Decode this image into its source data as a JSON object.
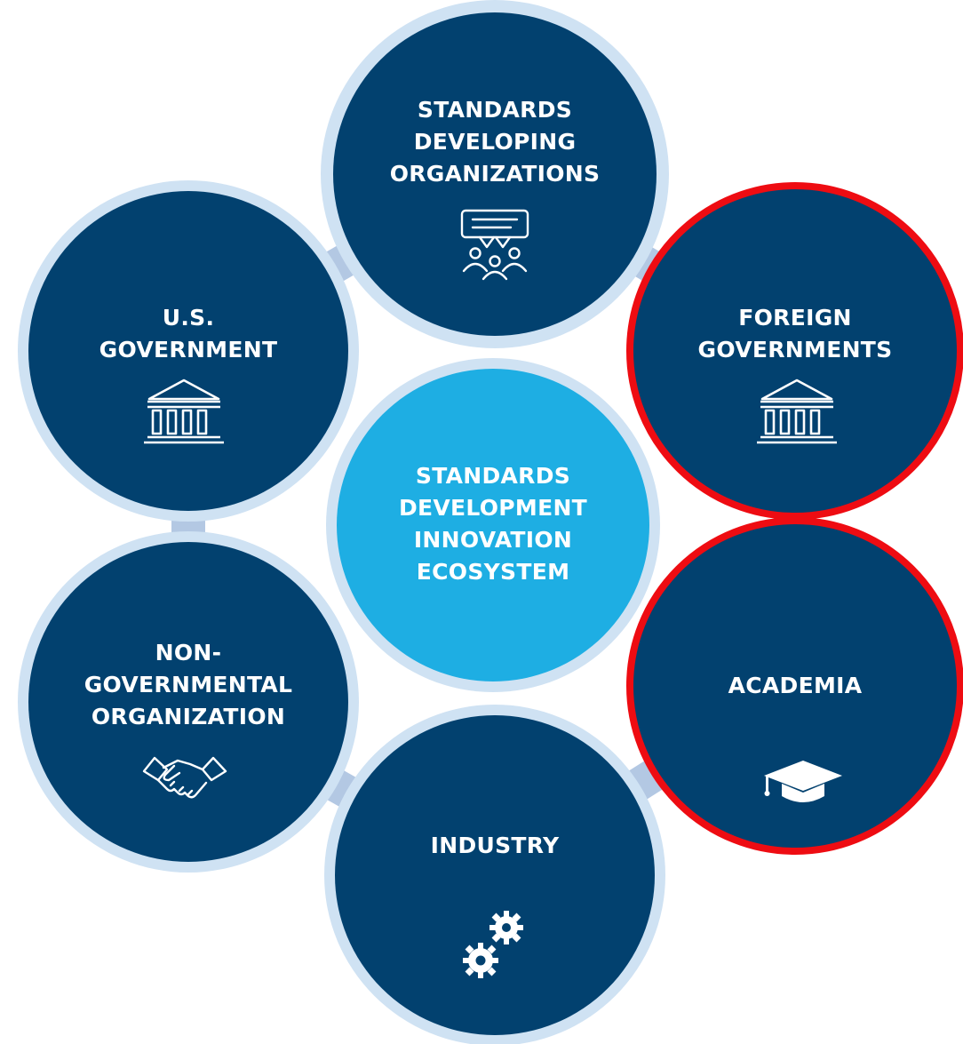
{
  "center": {
    "label": "STANDARDS\nDEVELOPMENT\nINNOVATION\nECOSYSTEM",
    "color": "#1eaee3"
  },
  "nodes": [
    {
      "id": "standards-developing-organizations",
      "label": "STANDARDS\nDEVELOPING\nORGANIZATIONS",
      "icon": "presentation-meeting-icon",
      "highlighted": false
    },
    {
      "id": "us-government",
      "label": "U.S.\nGOVERNMENT",
      "icon": "government-building-icon",
      "highlighted": false
    },
    {
      "id": "foreign-governments",
      "label": "FOREIGN\nGOVERNMENTS",
      "icon": "government-building-icon",
      "highlighted": true
    },
    {
      "id": "non-governmental-organization",
      "label": "NON-\nGOVERNMENTAL\nORGANIZATION",
      "icon": "handshake-icon",
      "highlighted": false
    },
    {
      "id": "academia",
      "label": "ACADEMIA",
      "icon": "graduation-cap-icon",
      "highlighted": true
    },
    {
      "id": "industry",
      "label": "INDUSTRY",
      "icon": "gears-icon",
      "highlighted": false
    }
  ],
  "colors": {
    "node": "#02416f",
    "node_ring": "#cfe2f3",
    "connector": "#b3c8e3",
    "highlight": "#ee0c12"
  }
}
